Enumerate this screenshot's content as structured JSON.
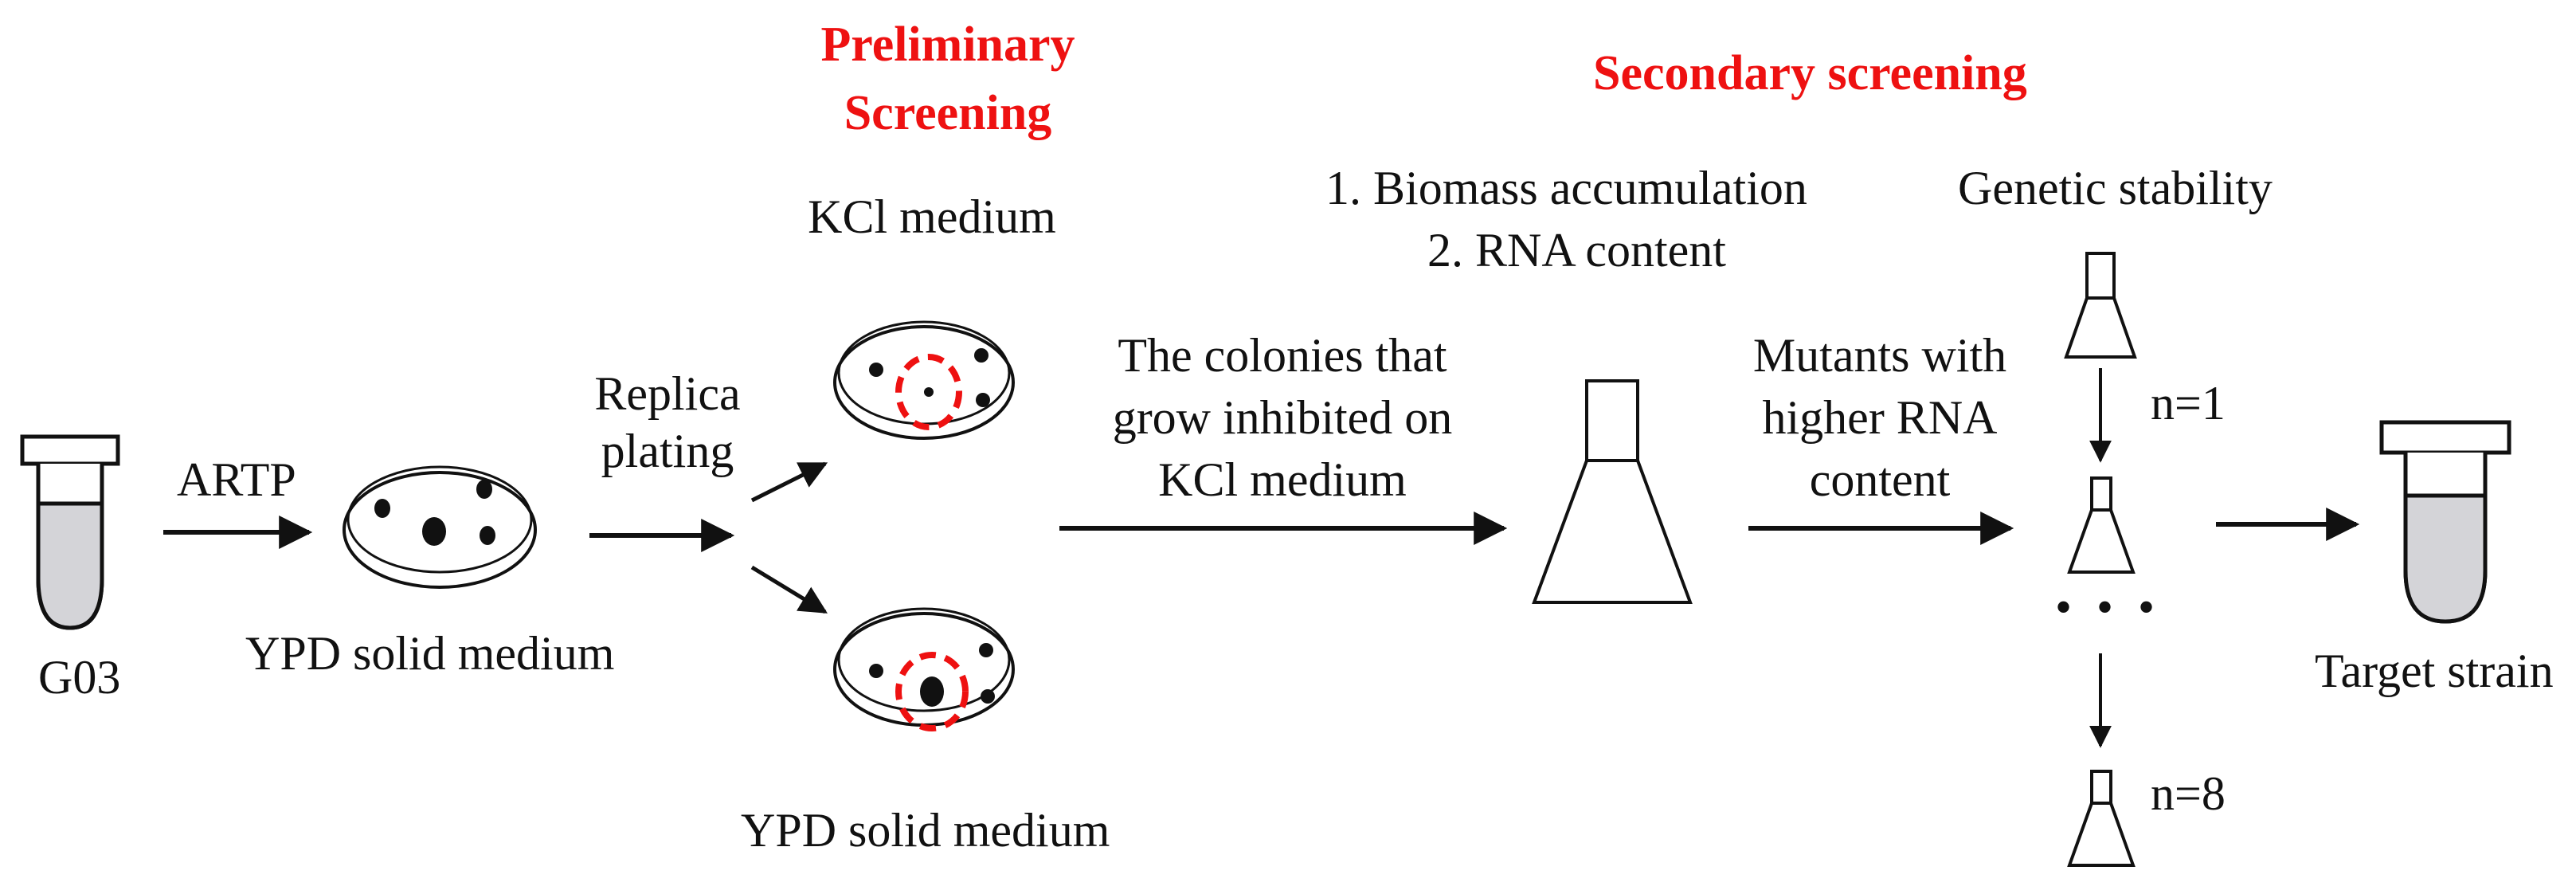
{
  "labels": {
    "start_strain": "G03",
    "mutagenesis": "ARTP",
    "ypd_medium_1": "YPD solid medium",
    "replica_line1": "Replica",
    "replica_line2": "plating",
    "preliminary_line1": "Preliminary",
    "preliminary_line2": "Screening",
    "kcl_medium": "KCl medium",
    "ypd_medium_2": "YPD solid medium",
    "colonies_line1": "The colonies that",
    "colonies_line2": "grow inhibited on",
    "colonies_line3": "KCl medium",
    "secondary_title": "Secondary screening",
    "criterion_1": "1. Biomass accumulation",
    "criterion_2": "2. RNA content",
    "mutants_line1": "Mutants with",
    "mutants_line2": "higher RNA",
    "mutants_line3": "content",
    "genetic_stability": "Genetic stability",
    "n_first": "n=1",
    "ellipsis": "• • •",
    "n_last": "n=8",
    "target_strain": "Target strain"
  },
  "colors": {
    "stroke": "#111111",
    "highlight": "#ee1111",
    "tube_fill": "#d4d4d8"
  }
}
